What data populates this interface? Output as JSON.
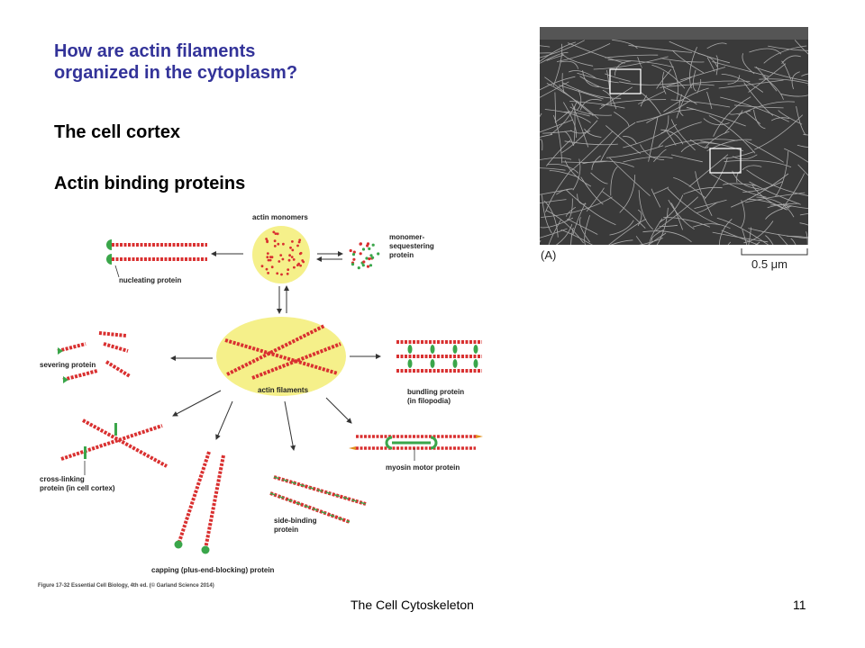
{
  "slide": {
    "question_line1": "How are actin filaments",
    "question_line2": "organized in the cytoplasm?",
    "heading_cortex": "The cell cortex",
    "heading_binding": "Actin binding proteins"
  },
  "micrograph": {
    "panel_label": "(A)",
    "scale_label": "0.5 μm"
  },
  "diagram": {
    "center_label": "actin filaments",
    "monomers_label": "actin monomers",
    "nucleating_label": "nucleating protein",
    "sequestering_label_1": "monomer-",
    "sequestering_label_2": "sequestering",
    "sequestering_label_3": "protein",
    "severing_label": "severing protein",
    "bundling_label_1": "bundling protein",
    "bundling_label_2": "(in filopodia)",
    "myosin_label": "myosin motor protein",
    "crosslink_label_1": "cross-linking",
    "crosslink_label_2": "protein (in cell cortex)",
    "capping_label": "capping (plus-end-blocking) protein",
    "sidebinding_label_1": "side-binding",
    "sidebinding_label_2": "protein",
    "figure_credit": "Figure 17-32 Essential Cell Biology, 4th ed. (© Garland Science 2014)"
  },
  "footer": {
    "title": "The Cell Cytoskeleton",
    "page_number": "11"
  },
  "colors": {
    "question": "#333399",
    "filament": "#d93030",
    "protein_green": "#3aa64a",
    "blob_yellow": "#f5f08a"
  }
}
